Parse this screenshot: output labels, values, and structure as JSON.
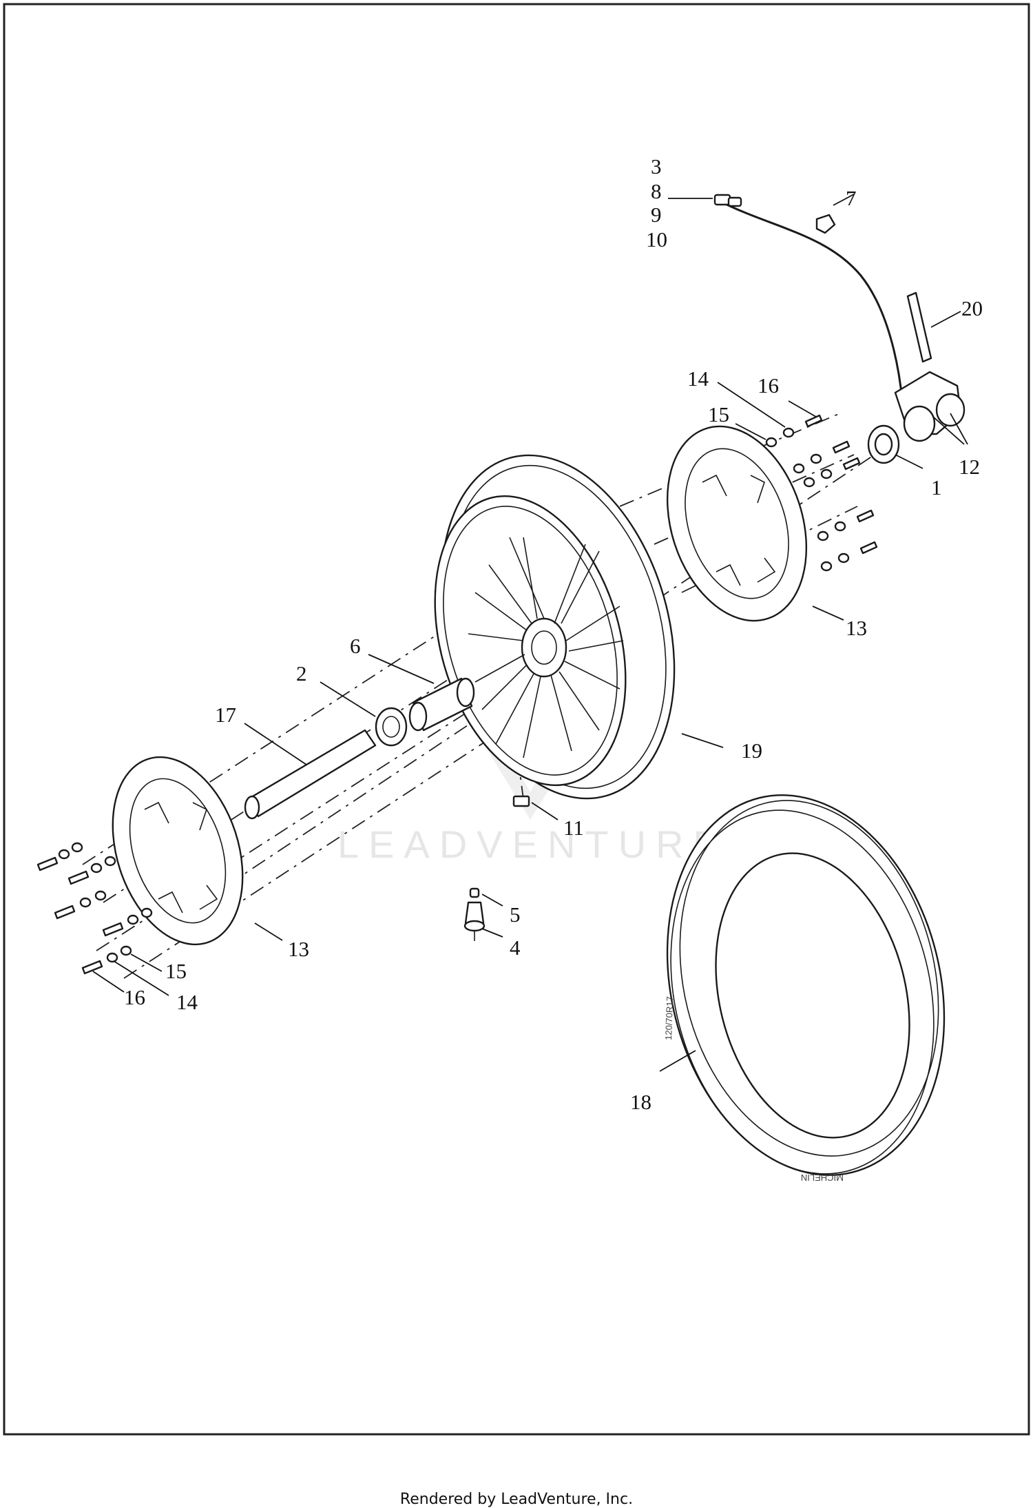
{
  "diagram": {
    "callouts": [
      {
        "id": "c3",
        "text": "3"
      },
      {
        "id": "c8",
        "text": "8"
      },
      {
        "id": "c9",
        "text": "9"
      },
      {
        "id": "c10",
        "text": "10"
      },
      {
        "id": "c7",
        "text": "7"
      },
      {
        "id": "c20",
        "text": "20"
      },
      {
        "id": "c14a",
        "text": "14"
      },
      {
        "id": "c16a",
        "text": "16"
      },
      {
        "id": "c15a",
        "text": "15"
      },
      {
        "id": "c12",
        "text": "12"
      },
      {
        "id": "c1",
        "text": "1"
      },
      {
        "id": "c13a",
        "text": "13"
      },
      {
        "id": "c6",
        "text": "6"
      },
      {
        "id": "c2",
        "text": "2"
      },
      {
        "id": "c17",
        "text": "17"
      },
      {
        "id": "c19",
        "text": "19"
      },
      {
        "id": "c11",
        "text": "11"
      },
      {
        "id": "c5",
        "text": "5"
      },
      {
        "id": "c4",
        "text": "4"
      },
      {
        "id": "c13b",
        "text": "13"
      },
      {
        "id": "c15b",
        "text": "15"
      },
      {
        "id": "c16b",
        "text": "16"
      },
      {
        "id": "c14b",
        "text": "14"
      },
      {
        "id": "c18",
        "text": "18"
      }
    ],
    "watermark": "LEADVENTURE",
    "tire_markings": {
      "size": "120/70R17",
      "brand": "MICHELIN"
    }
  },
  "footer": {
    "text": "Rendered by LeadVenture, Inc."
  }
}
